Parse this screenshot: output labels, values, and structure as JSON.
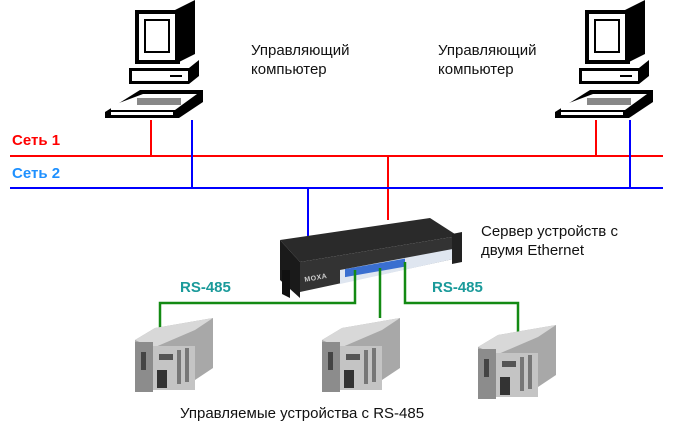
{
  "networks": [
    {
      "label": "Сеть 1",
      "color": "#ff0000"
    },
    {
      "label": "Сеть 2",
      "color": "#1e90ff"
    }
  ],
  "computers": [
    {
      "line1": "Управляющий",
      "line2": "компьютер"
    },
    {
      "line1": "Управляющий",
      "line2": "компьютер"
    }
  ],
  "server": {
    "line1": "Сервер устройств с",
    "line2": "двумя Ethernet",
    "brand": "MOXA"
  },
  "serial_links": [
    {
      "label": "RS-485"
    },
    {
      "label": "RS-485"
    }
  ],
  "devices_caption": "Управляемые устройства с RS-485",
  "colors": {
    "net1": "#ff0000",
    "net2": "#0000ff",
    "serial": "#138a13",
    "serial_label": "#1a9a9a"
  }
}
